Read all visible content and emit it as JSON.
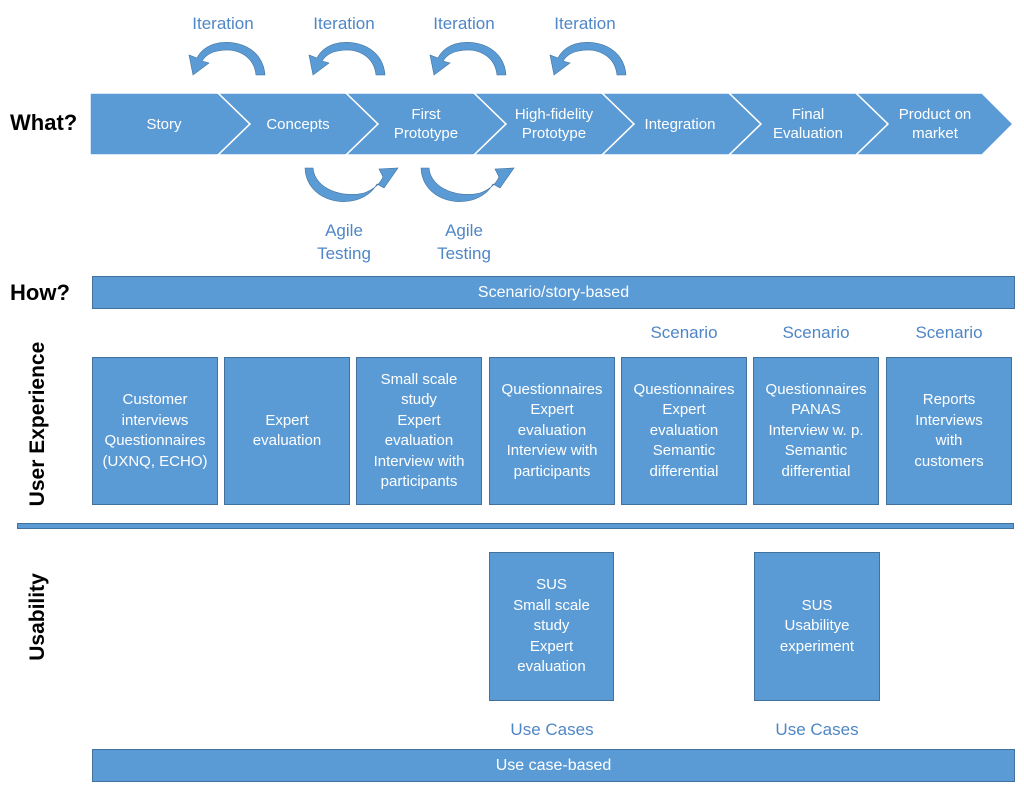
{
  "left_labels": {
    "what": "What?",
    "how": "How?",
    "user_experience": "User Experience",
    "usability": "Usability"
  },
  "iterations": [
    "Iteration",
    "Iteration",
    "Iteration",
    "Iteration"
  ],
  "agile_testing": [
    {
      "line1": "Agile",
      "line2": "Testing"
    },
    {
      "line1": "Agile",
      "line2": "Testing"
    }
  ],
  "stages": [
    [
      "Story"
    ],
    [
      "Concepts"
    ],
    [
      "First",
      "Prototype"
    ],
    [
      "High-fidelity",
      "Prototype"
    ],
    [
      "Integration"
    ],
    [
      "Final",
      "Evaluation"
    ],
    [
      "Product on",
      "market"
    ]
  ],
  "how_band": "Scenario/story-based",
  "scenario_labels": [
    "Scenario",
    "Scenario",
    "Scenario"
  ],
  "ux_boxes": [
    [
      "Customer",
      "interviews",
      "Questionnaires",
      "(UXNQ, ECHO)"
    ],
    [
      "Expert",
      "evaluation"
    ],
    [
      "Small scale",
      "study",
      "Expert",
      "evaluation",
      "Interview with",
      "participants"
    ],
    [
      "Questionnaires",
      "Expert",
      "evaluation",
      "Interview with",
      "participants"
    ],
    [
      "Questionnaires",
      "Expert",
      "evaluation",
      "Semantic",
      "differential"
    ],
    [
      "Questionnaires",
      "PANAS",
      "Interview w. p.",
      "Semantic",
      "differential"
    ],
    [
      "Reports",
      "Interviews",
      "with",
      "customers"
    ]
  ],
  "usability_boxes": [
    [
      "SUS",
      "Small scale",
      "study",
      "Expert",
      "evaluation"
    ],
    [
      "SUS",
      "Usabilitye",
      "experiment"
    ]
  ],
  "use_case_labels": [
    "Use Cases",
    "Use Cases"
  ],
  "use_case_band": "Use case-based",
  "colors": {
    "fill": "#5b9bd5",
    "border": "#41719c",
    "label": "#4f86c6"
  }
}
